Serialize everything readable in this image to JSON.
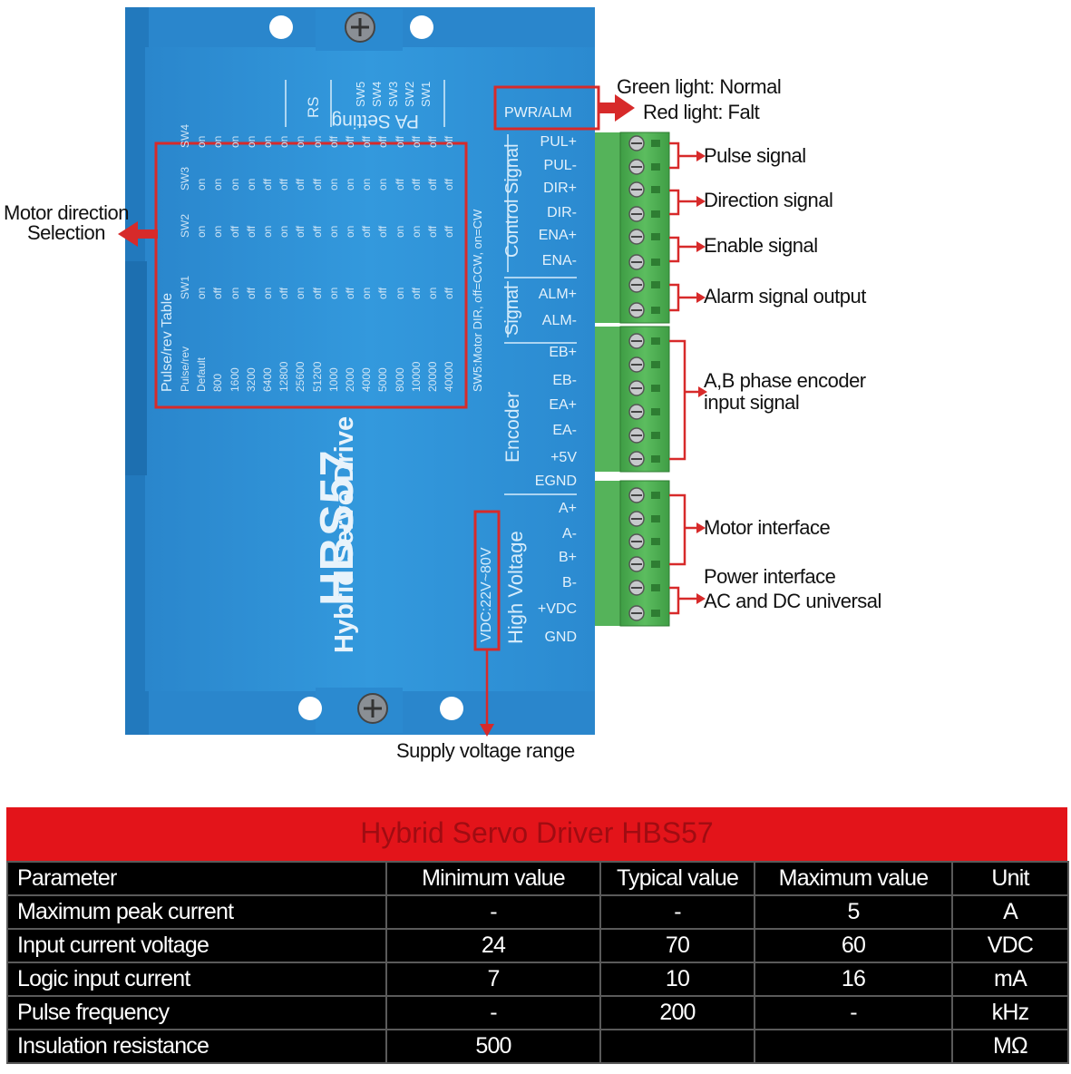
{
  "driver": {
    "model": "HBS57",
    "subtitle": "Hybrid Servo Drive",
    "pa_setting": "PA Setting",
    "rs": "RS",
    "switches": [
      "SW5",
      "SW4",
      "SW3",
      "SW2",
      "SW1"
    ],
    "pwr_alm": "PWR/ALM",
    "supply_label": "VDC:22V~80V",
    "group_labels": [
      "Control Signal",
      "Signal",
      "Encoder",
      "High Voltage"
    ],
    "terminals": [
      "PUL+",
      "PUL-",
      "DIR+",
      "DIR-",
      "ENA+",
      "ENA-",
      "ALM+",
      "ALM-",
      "EB+",
      "EB-",
      "EA+",
      "EA-",
      "+5V",
      "EGND",
      "A+",
      "A-",
      "B+",
      "B-",
      "+VDC",
      "GND"
    ]
  },
  "pulse_table": {
    "title": "Pulse/rev Table",
    "headers": [
      "Pulse/rev",
      "SW1",
      "SW2",
      "SW3",
      "SW4"
    ],
    "rows": [
      [
        "Default",
        "on",
        "on",
        "on",
        "on"
      ],
      [
        "800",
        "off",
        "on",
        "on",
        "on"
      ],
      [
        "1600",
        "on",
        "off",
        "on",
        "on"
      ],
      [
        "3200",
        "off",
        "off",
        "on",
        "on"
      ],
      [
        "6400",
        "on",
        "on",
        "off",
        "on"
      ],
      [
        "12800",
        "off",
        "on",
        "off",
        "on"
      ],
      [
        "25600",
        "on",
        "off",
        "off",
        "on"
      ],
      [
        "51200",
        "off",
        "off",
        "off",
        "on"
      ],
      [
        "1000",
        "on",
        "on",
        "on",
        "off"
      ],
      [
        "2000",
        "off",
        "on",
        "on",
        "off"
      ],
      [
        "4000",
        "on",
        "off",
        "on",
        "off"
      ],
      [
        "5000",
        "off",
        "off",
        "on",
        "off"
      ],
      [
        "8000",
        "on",
        "on",
        "off",
        "off"
      ],
      [
        "10000",
        "off",
        "on",
        "off",
        "off"
      ],
      [
        "20000",
        "on",
        "off",
        "off",
        "off"
      ],
      [
        "40000",
        "off",
        "off",
        "off",
        "off"
      ]
    ],
    "footnote": "SW5:Motor DIR, off=CCW, on=CW"
  },
  "callouts": {
    "green_light": "Green light: Normal",
    "red_light": "Red light: Falt",
    "pulse": "Pulse signal",
    "direction": "Direction signal",
    "enable": "Enable signal",
    "alarm": "Alarm signal output",
    "encoder_line1": "A,B phase encoder",
    "encoder_line2": "input signal",
    "motor": "Motor interface",
    "power_line1": "Power interface",
    "power_line2": "AC and DC universal",
    "motor_dir_line1": "Motor direction",
    "motor_dir_line2": "Selection",
    "supply": "Supply voltage range"
  },
  "spec_table": {
    "title": "Hybrid Servo Driver HBS57",
    "headers": [
      "Parameter",
      "Minimum value",
      "Typical value",
      "Maximum value",
      "Unit"
    ],
    "rows": [
      [
        "Maximum peak current",
        "-",
        "-",
        "5",
        "A"
      ],
      [
        "Input current voltage",
        "24",
        "70",
        "60",
        "VDC"
      ],
      [
        "Logic input current",
        "7",
        "10",
        "16",
        "mA"
      ],
      [
        "Pulse frequency",
        "-",
        "200",
        "-",
        "kHz"
      ],
      [
        "Insulation resistance",
        "500",
        "",
        "",
        "MΩ"
      ]
    ]
  },
  "colors": {
    "body_blue": "#2f8fd4",
    "red_accent": "#e3141a",
    "terminal_green": "#4caf50"
  }
}
